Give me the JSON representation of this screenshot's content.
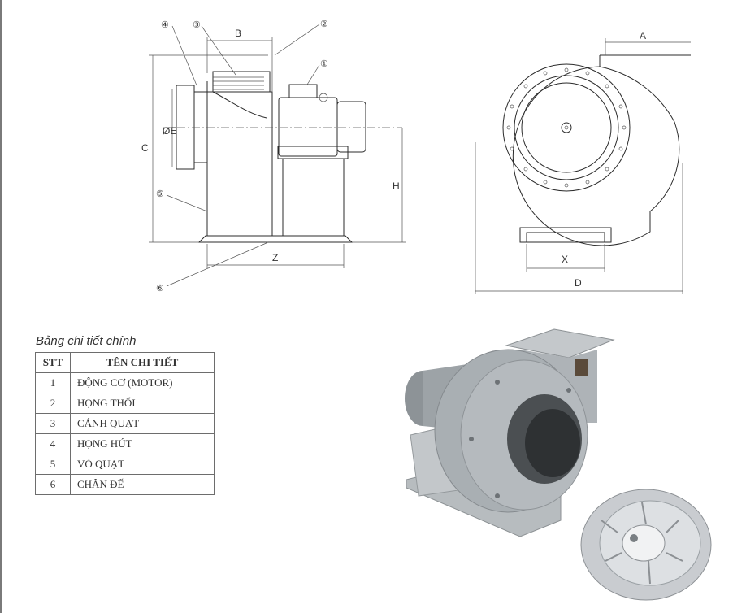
{
  "diagram": {
    "callouts": [
      "④",
      "③",
      "②",
      "①",
      "⑤",
      "⑥"
    ],
    "side_view_dims": {
      "b": "B",
      "c": "C",
      "e": "ØE",
      "h": "H",
      "z": "Z"
    },
    "front_view_dims": {
      "a": "A",
      "x": "X",
      "d": "D"
    }
  },
  "parts_table": {
    "caption": "Bảng chi tiết chính",
    "headers": [
      "STT",
      "TÊN CHI TIẾT"
    ],
    "rows": [
      {
        "stt": "1",
        "name": "ĐỘNG CƠ (MOTOR)"
      },
      {
        "stt": "2",
        "name": "HỌNG THỔI"
      },
      {
        "stt": "3",
        "name": "CÁNH QUẠT"
      },
      {
        "stt": "4",
        "name": "HỌNG HÚT"
      },
      {
        "stt": "5",
        "name": "VỎ QUẠT"
      },
      {
        "stt": "6",
        "name": "CHÂN ĐẾ"
      }
    ]
  },
  "colors": {
    "line": "#2b2b2b",
    "fan_body": "#a9afb3",
    "impeller": "#c9ccd0"
  }
}
